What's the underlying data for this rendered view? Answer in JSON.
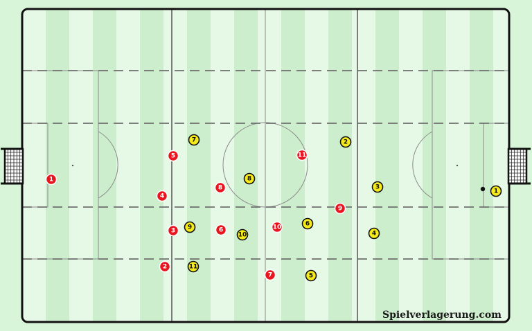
{
  "watermark": "Spielverlagerung.com",
  "colors": {
    "background": "#d9f5d9",
    "stripe_light": "#e6f8e6",
    "stripe_dark": "#cdeecd",
    "lines": "#8a8a8a",
    "border": "#111111",
    "dashed": "#6f6f6f",
    "red_team_fill": "#e8141e",
    "red_team_text": "#ffffff",
    "yellow_team_fill": "#f5ea1a",
    "yellow_team_text": "#111111"
  },
  "teams": [
    {
      "name": "red",
      "players": [
        {
          "number": "1"
        },
        {
          "number": "2"
        },
        {
          "number": "3"
        },
        {
          "number": "4"
        },
        {
          "number": "5"
        },
        {
          "number": "6"
        },
        {
          "number": "7"
        },
        {
          "number": "8"
        },
        {
          "number": "9"
        },
        {
          "number": "10"
        },
        {
          "number": "11"
        }
      ]
    },
    {
      "name": "yellow",
      "players": [
        {
          "number": "1"
        },
        {
          "number": "2"
        },
        {
          "number": "3"
        },
        {
          "number": "4"
        },
        {
          "number": "5"
        },
        {
          "number": "6"
        },
        {
          "number": "7"
        },
        {
          "number": "8"
        },
        {
          "number": "9"
        },
        {
          "number": "10"
        },
        {
          "number": "11"
        }
      ]
    }
  ],
  "ball": {
    "icon": "football-icon"
  },
  "goals": [
    {
      "icon": "goal-net-icon"
    },
    {
      "icon": "goal-net-icon"
    }
  ]
}
